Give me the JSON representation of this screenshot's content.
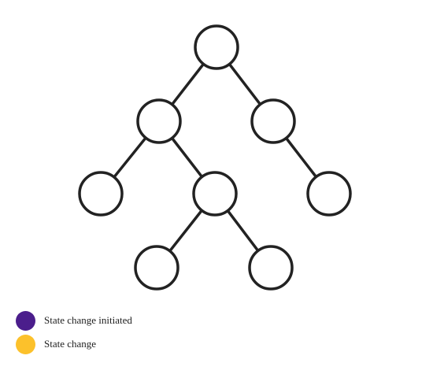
{
  "diagram": {
    "nodes": [
      {
        "id": "root"
      },
      {
        "id": "l1-left"
      },
      {
        "id": "l1-right"
      },
      {
        "id": "l2-left-left"
      },
      {
        "id": "l2-left-right"
      },
      {
        "id": "l2-right-right"
      },
      {
        "id": "l3-left"
      },
      {
        "id": "l3-right"
      }
    ],
    "edges": [
      [
        "root",
        "l1-left"
      ],
      [
        "root",
        "l1-right"
      ],
      [
        "l1-left",
        "l2-left-left"
      ],
      [
        "l1-left",
        "l2-left-right"
      ],
      [
        "l1-right",
        "l2-right-right"
      ],
      [
        "l2-left-right",
        "l3-left"
      ],
      [
        "l2-left-right",
        "l3-right"
      ]
    ],
    "node_fill": "#ffffff",
    "stroke_color": "#222222"
  },
  "legend": {
    "items": [
      {
        "label": "State change initiated",
        "color": "#4b1e8c"
      },
      {
        "label": "State change",
        "color": "#fcc12b"
      }
    ]
  }
}
